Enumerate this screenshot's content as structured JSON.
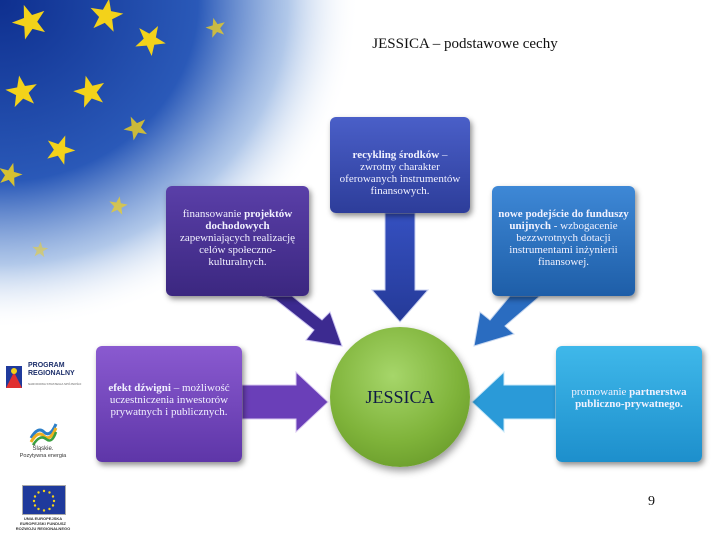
{
  "slide": {
    "title": "JESSICA – podstawowe cechy",
    "page_number": "9"
  },
  "diagram": {
    "center": "JESSICA",
    "top": {
      "bold": "recykling środków",
      "rest": " – zwrotny charakter oferowanych instrumentów finansowych."
    },
    "left": {
      "pre": "finansowanie ",
      "bold": "projektów dochodowych",
      "rest": " zapewniających realizację celów społeczno-kulturalnych."
    },
    "right": {
      "bold": "nowe podejście do funduszy unijnych",
      "rest": " - wzbogacenie bezzwrotnych dotacji instrumentami inżynierii finansowej."
    },
    "bottom_left": {
      "bold": "efekt dźwigni",
      "rest": " – możliwość uczestniczenia inwestorów prywatnych i publicznych."
    },
    "bottom_right": {
      "pre": "promowanie ",
      "bold": "partnerstwa publiczno-prywatnego."
    }
  },
  "logos": {
    "program_regionalny": {
      "line1": "PROGRAM",
      "line2": "REGIONALNY",
      "sub": "NARODOWA STRATEGIA SPÓJNOŚCI"
    },
    "slaskie": {
      "line1": "Śląskie.",
      "line2": "Pozytywna energia"
    },
    "eu": {
      "line1": "UNIA EUROPEJSKA",
      "line2": "EUROPEJSKI FUNDUSZ",
      "line3": "ROZWOJU REGIONALNEGO"
    }
  },
  "colors": {
    "corner_blue": "#1a3fa0",
    "star_yellow": "#f3d21a",
    "box_top": "#3a4db8",
    "box_left": "#4a32a0",
    "box_right": "#2f78c8",
    "box_bottom_left": "#7a4cc4",
    "box_bottom_right": "#2fa8e0",
    "center_circle": "#7fb33a"
  }
}
